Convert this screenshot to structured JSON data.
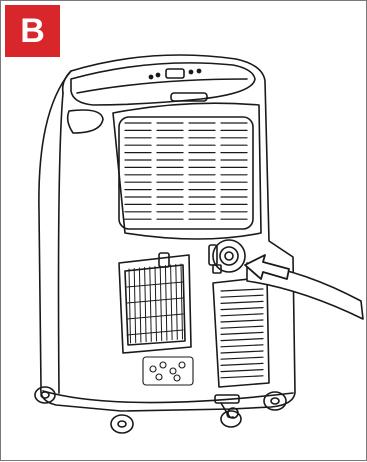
{
  "step": {
    "label": "B"
  },
  "colors": {
    "badge_background": "#d9262b",
    "badge_text": "#ffffff",
    "outline": "#1a1a1a",
    "arrow_fill": "#ffffff"
  },
  "icons": {
    "unit": "portable-air-conditioner",
    "arrow": "insert-direction-arrow",
    "hose": "drain-hose"
  }
}
